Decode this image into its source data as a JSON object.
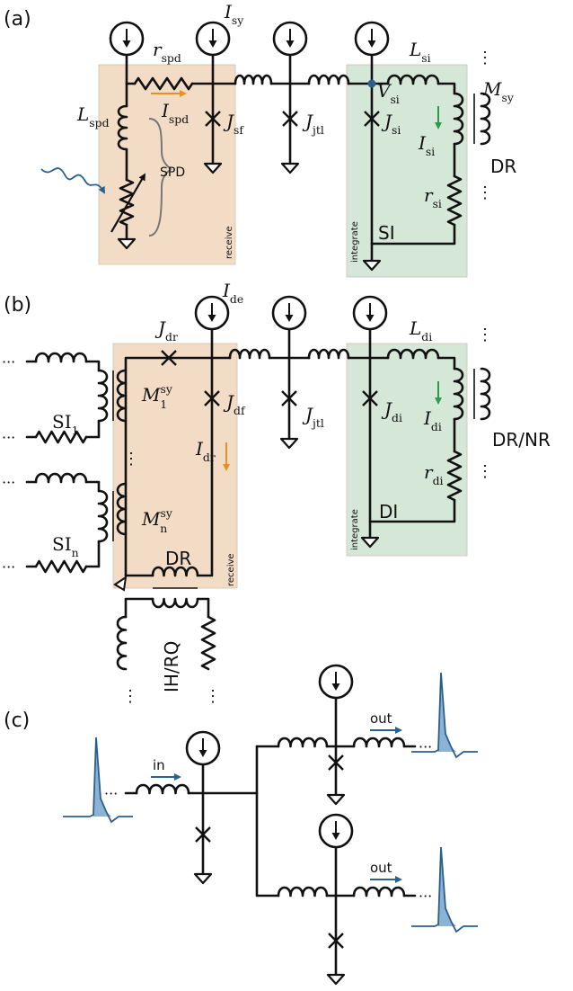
{
  "panels": {
    "a": {
      "tag": "(a)",
      "labels": {
        "I_sy": [
          "I",
          "sy"
        ],
        "r_spd": [
          "r",
          "spd"
        ],
        "L_spd": [
          "L",
          "spd"
        ],
        "I_spd": [
          "I",
          "spd"
        ],
        "J_sf": [
          "J",
          "sf"
        ],
        "J_jtl": [
          "J",
          "jtl"
        ],
        "J_si": [
          "J",
          "si"
        ],
        "V_si": [
          "V",
          "si"
        ],
        "L_si": [
          "L",
          "si"
        ],
        "I_si": [
          "I",
          "si"
        ],
        "M_sy": [
          "M",
          "sy"
        ],
        "r_si": [
          "r",
          "si"
        ]
      },
      "spd_label": "SPD",
      "receive_label": "receive",
      "integrate_label": "integrate",
      "SI": "SI",
      "DR": "DR",
      "ellipsis": "⋮"
    },
    "b": {
      "tag": "(b)",
      "labels": {
        "I_de": [
          "I",
          "de"
        ],
        "J_dr": [
          "J",
          "dr"
        ],
        "J_df": [
          "J",
          "df"
        ],
        "J_jtl": [
          "J",
          "jtl"
        ],
        "J_di": [
          "J",
          "di"
        ],
        "L_di": [
          "L",
          "di"
        ],
        "I_di": [
          "I",
          "di"
        ],
        "r_di": [
          "r",
          "di"
        ],
        "M1": [
          "M",
          "1",
          "sy"
        ],
        "Mn": [
          "M",
          "n",
          "sy"
        ],
        "I_dr": [
          "I",
          "dr"
        ],
        "SI1": [
          "SI",
          "1"
        ],
        "SIn": [
          "SI",
          "n"
        ]
      },
      "DR": "DR",
      "DI": "DI",
      "DR_NR": "DR/NR",
      "IH_RQ": "IH/RQ",
      "receive_label": "receive",
      "integrate_label": "integrate",
      "ellipsis_h": "···",
      "ellipsis_v": "⋮"
    },
    "c": {
      "tag": "(c)",
      "in": "in",
      "out_top": "out",
      "out_bottom": "out",
      "ellipsis_h": "···"
    }
  },
  "colors": {
    "receive_box": "#f3dcc6",
    "integrate_box": "#d5e8d7",
    "orange": "#e8921e",
    "green": "#2e9a4c",
    "blue": "#2a5f8f",
    "pulse_fill": "#8cb3d4",
    "gray": "#777777"
  }
}
